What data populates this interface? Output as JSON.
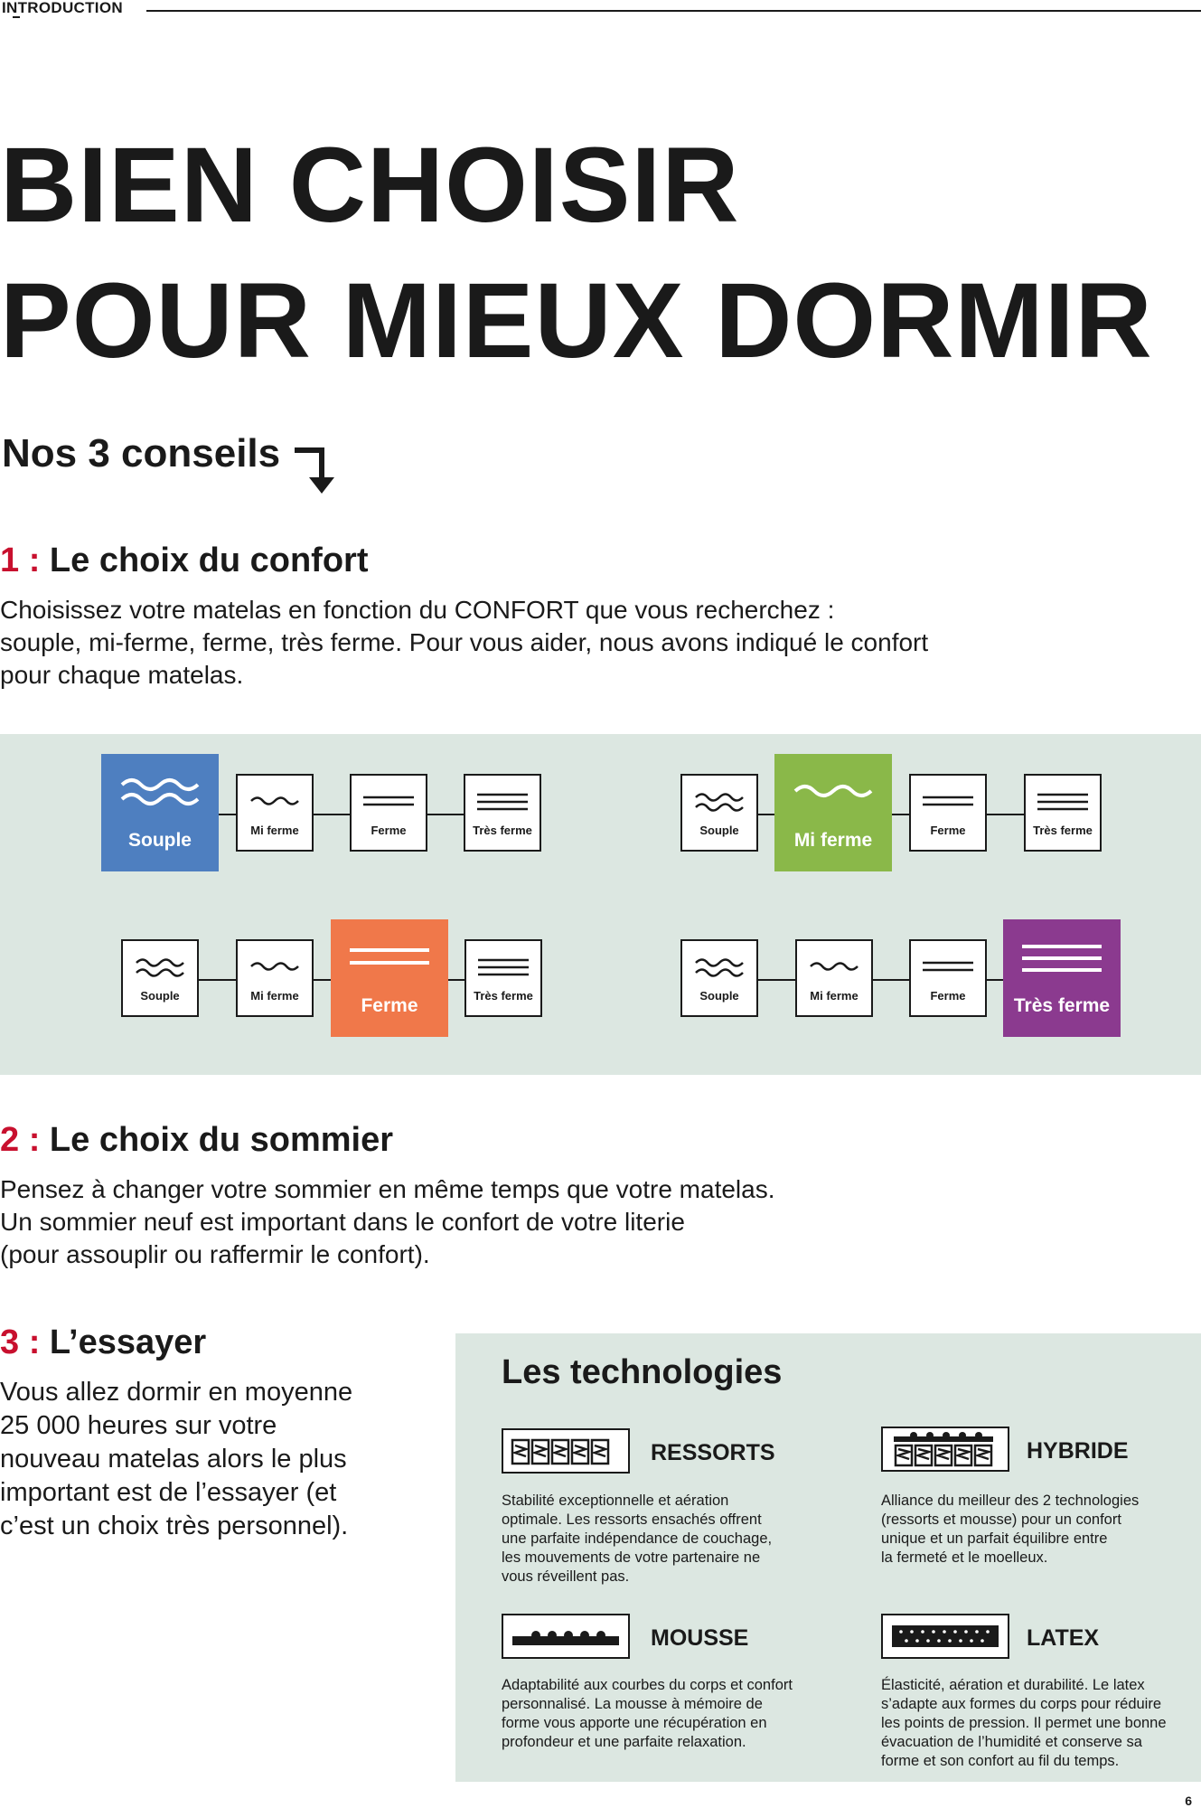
{
  "header": {
    "section_label": "INTRODUCTION"
  },
  "title": {
    "line1": "BIEN CHOISIR",
    "line2": "POUR MIEUX DORMIR"
  },
  "tips_title": "Nos 3 conseils",
  "tip1": {
    "num": "1 :",
    "title": "Le choix du confort",
    "lines": [
      "Choisissez votre matelas en fonction du CONFORT que vous recherchez :",
      "souple, mi-ferme, ferme, très ferme. Pour vous aider, nous avons indiqué le confort",
      "pour chaque matelas."
    ]
  },
  "comfort": {
    "labels": [
      "Souple",
      "Mi ferme",
      "Ferme",
      "Très ferme"
    ],
    "colors": {
      "souple": "#4e7fc0",
      "mi_ferme": "#8ab849",
      "ferme": "#f0784a",
      "tres_ferme": "#8b3a8f"
    },
    "icons": [
      "wave-double-icon",
      "wave-single-icon",
      "lines-double-icon",
      "lines-triple-icon"
    ]
  },
  "tip2": {
    "num": "2 :",
    "title": "Le choix du sommier",
    "lines": [
      "Pensez à changer votre sommier en même temps que votre matelas.",
      "Un sommier neuf est important dans le confort de votre literie",
      "(pour assouplir ou raffermir le confort)."
    ]
  },
  "tip3": {
    "num": "3 :",
    "title": "L’essayer",
    "lines": [
      "Vous allez dormir en moyenne",
      "25 000 heures sur votre",
      "nouveau matelas alors le plus",
      "important est de l’essayer (et",
      "c’est un choix très personnel)."
    ]
  },
  "technologies": {
    "title": "Les technologies",
    "items": [
      {
        "name": "RESSORTS",
        "icon": "springs-icon",
        "lines": [
          "Stabilité exceptionnelle et aération",
          "optimale. Les ressorts ensachés offrent",
          "une parfaite indépendance de couchage,",
          "les mouvements de votre partenaire ne",
          "vous réveillent pas."
        ]
      },
      {
        "name": "HYBRIDE",
        "icon": "hybrid-icon",
        "lines": [
          "Alliance du meilleur des 2 technologies",
          "(ressorts et mousse) pour un confort",
          "unique et un parfait équilibre entre",
          "la fermeté et le moelleux."
        ]
      },
      {
        "name": "MOUSSE",
        "icon": "foam-icon",
        "lines": [
          "Adaptabilité aux courbes du corps et confort",
          "personnalisé. La mousse à mémoire de",
          "forme vous apporte une récupération en",
          "profondeur et une parfaite relaxation."
        ]
      },
      {
        "name": "LATEX",
        "icon": "latex-icon",
        "lines": [
          "Élasticité, aération et durabilité. Le latex",
          "s’adapte aux formes du corps pour réduire",
          "les points de pression. Il permet une bonne",
          "évacuation de l’humidité et conserve sa",
          "forme et son confort au fil du temps."
        ]
      }
    ]
  },
  "page_number": "6"
}
